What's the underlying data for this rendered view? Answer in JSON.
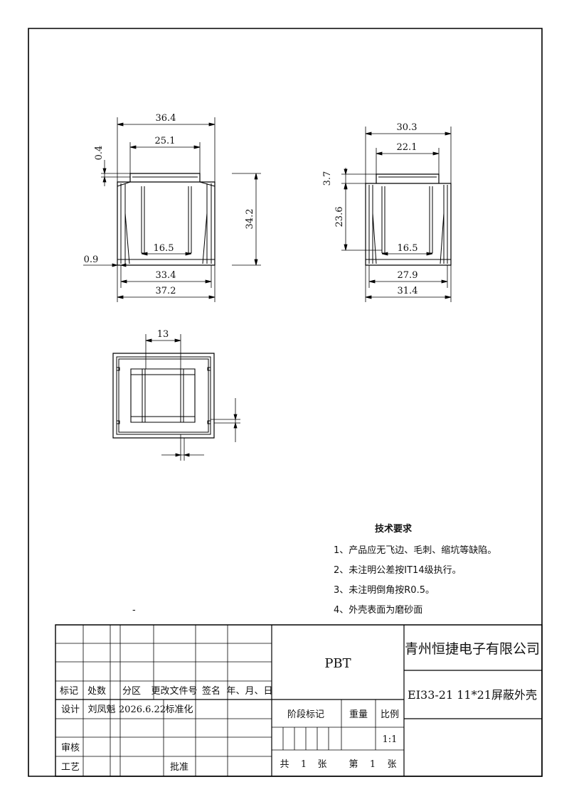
{
  "front_view": {
    "dims": {
      "overall_top": "36.4",
      "inner_top": "25.1",
      "lid_thickness": "0.4",
      "height": "34.2",
      "pin_spacing": "16.5",
      "wall": "0.9",
      "inner_bottom": "33.4",
      "overall_bottom": "37.2"
    }
  },
  "side_view": {
    "dims": {
      "overall_top": "30.3",
      "inner_top": "22.1",
      "step": "3.7",
      "pin_height": "23.6",
      "pin_spacing": "16.5",
      "inner_bottom": "27.9",
      "overall_bottom": "31.4"
    }
  },
  "top_view": {
    "dims": {
      "window_width": "13"
    }
  },
  "tech_requirements": {
    "title": "技术要求",
    "items": [
      "1、产品应无飞边、毛刺、缩坑等缺陷。",
      "2、未注明公差按IT14级执行。",
      "3、未注明倒角按R0.5。",
      "4、外壳表面为磨砂面"
    ]
  },
  "stray_mark": "-",
  "title_block": {
    "headers": [
      "标记",
      "处数",
      "分区",
      "更改文件号",
      "签名",
      "年、月、日"
    ],
    "design_label": "设计",
    "designer": "刘凤魁",
    "design_date": "2026.6.22",
    "standardize_label": "标准化",
    "review_label": "审核",
    "process_label": "工艺",
    "approve_label": "批准",
    "material": "PBT",
    "stage_label": "阶段标记",
    "weight_label": "重量",
    "scale_label": "比例",
    "scale_value": "1:1",
    "sheets_total_label": "共",
    "sheets_total": "1",
    "sheets_unit": "张",
    "sheet_no_label": "第",
    "sheet_no": "1",
    "sheet_no_unit": "张",
    "company": "青州恒捷电子有限公司",
    "part_name": "EI33-21 11*21屏蔽外壳"
  }
}
